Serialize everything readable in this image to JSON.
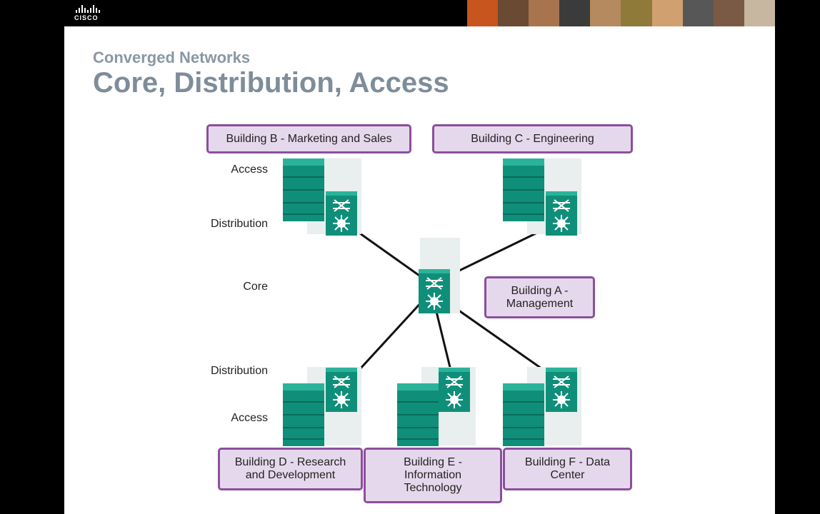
{
  "header": {
    "logo_text": "CISCO"
  },
  "slide": {
    "subtitle": "Converged Networks",
    "title": "Core, Distribution, Access"
  },
  "tiers": {
    "access_top": "Access",
    "distribution_top": "Distribution",
    "core": "Core",
    "distribution_bottom": "Distribution",
    "access_bottom": "Access"
  },
  "buildings": {
    "b": "Building B - Marketing and Sales",
    "c": "Building C - Engineering",
    "a": "Building A -\nManagement",
    "d": "Building D - Research\nand Development",
    "e": "Building E -\nInformation\nTechnology",
    "f": "Building F - Data\nCenter"
  },
  "colors": {
    "device": "#0f8f79",
    "device_dark": "#0a6b5a",
    "box_border": "#8b4f9c",
    "box_fill": "#e6d8ec",
    "title": "#7f8c99"
  }
}
